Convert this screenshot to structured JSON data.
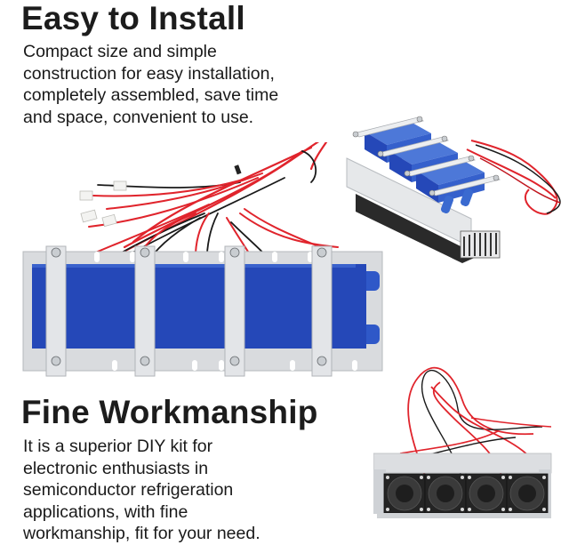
{
  "sections": [
    {
      "heading": "Easy to Install",
      "lines": [
        "Compact size and simple",
        "construction for easy installation,",
        "completely assembled, save time",
        "and space, convenient to use."
      ]
    },
    {
      "heading": "Fine Workmanship",
      "lines": [
        "It is a superior DIY kit for",
        "electronic enthusiasts in",
        "semiconductor refrigeration",
        "applications, with fine",
        "workmanship, fit for your need."
      ]
    }
  ],
  "images": {
    "front_view": "thermoelectric cooler module front view with 4 blue water blocks, wires and connectors",
    "angled_view": "thermoelectric cooler module angled view with water nozzles and heatsink",
    "back_view": "thermoelectric cooler module back view with 4 black cooling fans"
  },
  "colors": {
    "text": "#1a1a1a",
    "block_blue": "#2548b8",
    "aluminum": "#d9dbde",
    "wire_red": "#e0242c",
    "wire_black": "#1a1a1a",
    "fan_black": "#222222"
  }
}
